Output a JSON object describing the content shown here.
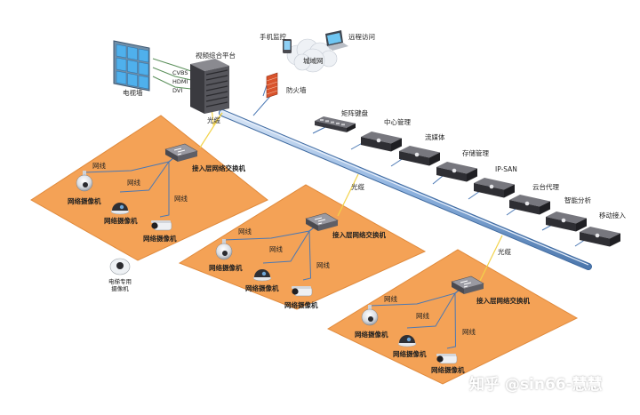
{
  "top": {
    "video_wall": "电视墙",
    "video_platform": "视频综合平台",
    "signals": [
      "CVBS",
      "HDMI",
      "DVI"
    ],
    "mobile_monitor": "手机监控",
    "remote_access": "远程访问",
    "wan": "城域网",
    "firewall": "防火墙",
    "fiber_main": "光缆"
  },
  "backbone_devices": [
    {
      "label": "矩阵键盘"
    },
    {
      "label": "中心管理"
    },
    {
      "label": "流媒体"
    },
    {
      "label": "存储管理"
    },
    {
      "label": "IP-SAN"
    },
    {
      "label": "云台代理"
    },
    {
      "label": "智能分析"
    },
    {
      "label": "移动接入"
    }
  ],
  "zones": [
    {
      "switch_label": "接入层网络交换机",
      "fiber": "光缆",
      "cable": "网线",
      "cameras": [
        "网络摄像机",
        "网络摄像机",
        "网络摄像机"
      ]
    },
    {
      "switch_label": "接入层网络交换机",
      "fiber": "光缆",
      "cable": "网线",
      "cameras": [
        "网络摄像机",
        "网络摄像机",
        "网络摄像机"
      ]
    },
    {
      "switch_label": "接入层网络交换机",
      "fiber": "光缆",
      "cable": "网线",
      "cameras": [
        "网络摄像机",
        "网络摄像机",
        "网络摄像机"
      ]
    }
  ],
  "standalone_camera": "电梯专用\n摄像机",
  "watermark": "知乎 @sin66-慧慧",
  "colors": {
    "zone": "#f4a256",
    "zone_border": "#e08a3c",
    "line": "#4a78b4",
    "fiber": "#f2d34a",
    "backbone": "#8fb3df",
    "device": "#3e3e44"
  }
}
